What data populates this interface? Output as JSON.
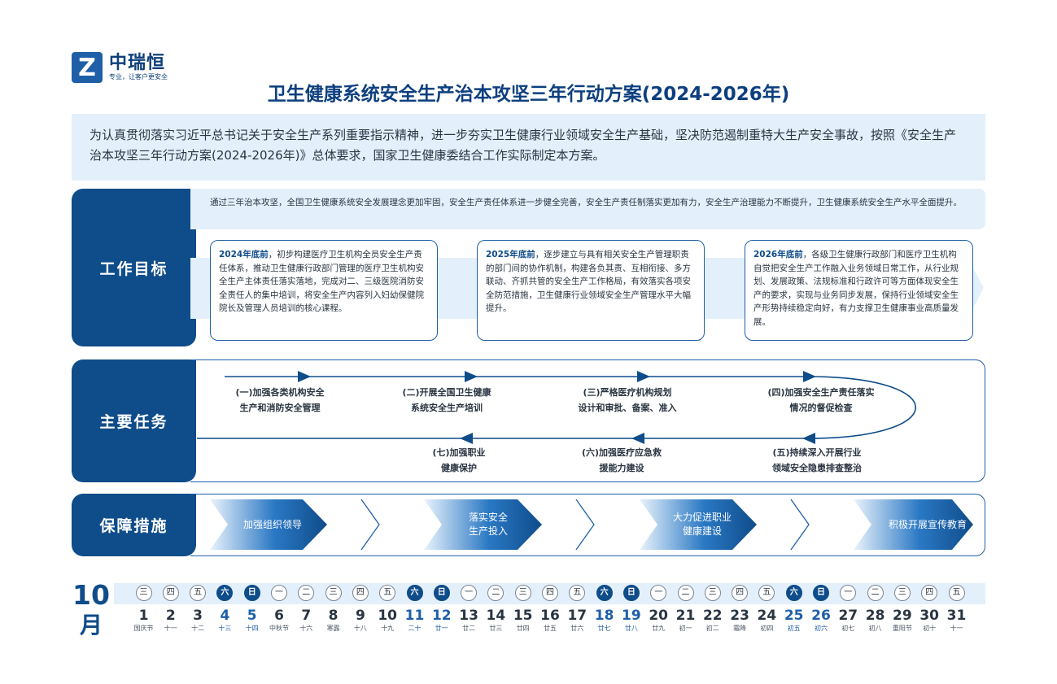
{
  "logo": {
    "mark": "Z",
    "name": "中瑞恒",
    "slogan": "专业，让客户更安全"
  },
  "title": "卫生健康系统安全生产治本攻坚三年行动方案(2024-2026年)",
  "intro": "为认真贯彻落实习近平总书记关于安全生产系列重要指示精神，进一步夯实卫生健康行业领域安全生产基础，坚决防范遏制重特大生产安全事故，按照《安全生产治本攻坚三年行动方案(2024-2026年)》总体要求，国家卫生健康委结合工作实际制定本方案。",
  "sections": {
    "goals": {
      "label": "工作目标",
      "summary": "通过三年治本攻坚，全国卫生健康系统安全发展理念更加牢固，安全生产责任体系进一步健全完善，安全生产责任制落实更加有力，安全生产治理能力不断提升，卫生健康系统安全生产水平全面提升。",
      "items": [
        {
          "year": "2024年底前",
          "text": "，初步构建医疗卫生机构全员安全生产责任体系，推动卫生健康行政部门管理的医疗卫生机构安全生产主体责任落实落地，完成对二、三级医院消防安全责任人的集中培训，将安全生产内容列入妇幼保健院院长及管理人员培训的核心课程。"
        },
        {
          "year": "2025年底前",
          "text": "，逐步建立与具有相关安全生产管理职责的部门间的协作机制，构建各负其责、互相衔接、多方联动、齐抓共管的安全生产工作格局，有效落实各项安全防范措施，卫生健康行业领域安全生产管理水平大幅提升。"
        },
        {
          "year": "2026年底前",
          "text": "，各级卫生健康行政部门和医疗卫生机构自觉把安全生产工作融入业务领域日常工作，从行业规划、发展政策、法规标准和行政许可等方面体现安全生产的要求，实现与业务同步发展，保持行业领域安全生产形势持续稳定向好，有力支撑卫生健康事业高质量发展。"
        }
      ]
    },
    "tasks": {
      "label": "主要任务",
      "items": [
        {
          "line1": "(一)加强各类机构安全",
          "line2": "生产和消防安全管理"
        },
        {
          "line1": "(二)开展全国卫生健康",
          "line2": "系统安全生产培训"
        },
        {
          "line1": "(三)严格医疗机构规划",
          "line2": "设计和审批、备案、准入"
        },
        {
          "line1": "(四)加强安全生产责任落实",
          "line2": "情况的督促检查"
        },
        {
          "line1": "(五)持续深入开展行业",
          "line2": "领域安全隐患排查整治"
        },
        {
          "line1": "(六)加强医疗应急救",
          "line2": "援能力建设"
        },
        {
          "line1": "(七)加强职业",
          "line2": "健康保护"
        }
      ]
    },
    "support": {
      "label": "保障措施",
      "items": [
        {
          "line1": "加强组织领导",
          "line2": ""
        },
        {
          "line1": "落实安全",
          "line2": "生产投入"
        },
        {
          "line1": "大力促进职业",
          "line2": "健康建设"
        },
        {
          "line1": "积极开展宣传教育",
          "line2": ""
        }
      ]
    }
  },
  "calendar": {
    "month_num": "10",
    "month_cn": "月",
    "days": [
      {
        "wk": "三",
        "d": "1",
        "lunar": "国庆节",
        "we": false,
        "hl": false
      },
      {
        "wk": "四",
        "d": "2",
        "lunar": "十一",
        "we": false,
        "hl": false
      },
      {
        "wk": "五",
        "d": "3",
        "lunar": "十二",
        "we": false,
        "hl": false
      },
      {
        "wk": "六",
        "d": "4",
        "lunar": "十三",
        "we": true,
        "hl": true
      },
      {
        "wk": "日",
        "d": "5",
        "lunar": "十四",
        "we": true,
        "hl": true
      },
      {
        "wk": "一",
        "d": "6",
        "lunar": "中秋节",
        "we": false,
        "hl": false
      },
      {
        "wk": "二",
        "d": "7",
        "lunar": "十六",
        "we": false,
        "hl": false
      },
      {
        "wk": "三",
        "d": "8",
        "lunar": "寒露",
        "we": false,
        "hl": false
      },
      {
        "wk": "四",
        "d": "9",
        "lunar": "十八",
        "we": false,
        "hl": false
      },
      {
        "wk": "五",
        "d": "10",
        "lunar": "十九",
        "we": false,
        "hl": false
      },
      {
        "wk": "六",
        "d": "11",
        "lunar": "二十",
        "we": true,
        "hl": true
      },
      {
        "wk": "日",
        "d": "12",
        "lunar": "廿一",
        "we": true,
        "hl": true
      },
      {
        "wk": "一",
        "d": "13",
        "lunar": "廿二",
        "we": false,
        "hl": false
      },
      {
        "wk": "二",
        "d": "14",
        "lunar": "廿三",
        "we": false,
        "hl": false
      },
      {
        "wk": "三",
        "d": "15",
        "lunar": "廿四",
        "we": false,
        "hl": false
      },
      {
        "wk": "四",
        "d": "16",
        "lunar": "廿五",
        "we": false,
        "hl": false
      },
      {
        "wk": "五",
        "d": "17",
        "lunar": "廿六",
        "we": false,
        "hl": false
      },
      {
        "wk": "六",
        "d": "18",
        "lunar": "廿七",
        "we": true,
        "hl": true
      },
      {
        "wk": "日",
        "d": "19",
        "lunar": "廿八",
        "we": true,
        "hl": true
      },
      {
        "wk": "一",
        "d": "20",
        "lunar": "廿九",
        "we": false,
        "hl": false
      },
      {
        "wk": "二",
        "d": "21",
        "lunar": "初一",
        "we": false,
        "hl": false
      },
      {
        "wk": "三",
        "d": "22",
        "lunar": "初二",
        "we": false,
        "hl": false
      },
      {
        "wk": "四",
        "d": "23",
        "lunar": "霜降",
        "we": false,
        "hl": false
      },
      {
        "wk": "五",
        "d": "24",
        "lunar": "初四",
        "we": false,
        "hl": false
      },
      {
        "wk": "六",
        "d": "25",
        "lunar": "初五",
        "we": true,
        "hl": true
      },
      {
        "wk": "日",
        "d": "26",
        "lunar": "初六",
        "we": true,
        "hl": true
      },
      {
        "wk": "一",
        "d": "27",
        "lunar": "初七",
        "we": false,
        "hl": false
      },
      {
        "wk": "二",
        "d": "28",
        "lunar": "初八",
        "we": false,
        "hl": false
      },
      {
        "wk": "三",
        "d": "29",
        "lunar": "重阳节",
        "we": false,
        "hl": false
      },
      {
        "wk": "四",
        "d": "30",
        "lunar": "初十",
        "we": false,
        "hl": false
      },
      {
        "wk": "五",
        "d": "31",
        "lunar": "十一",
        "we": false,
        "hl": false
      }
    ]
  },
  "colors": {
    "primary": "#0f4c8a",
    "accent": "#1f5fa8",
    "band": "#e3f0fb"
  }
}
